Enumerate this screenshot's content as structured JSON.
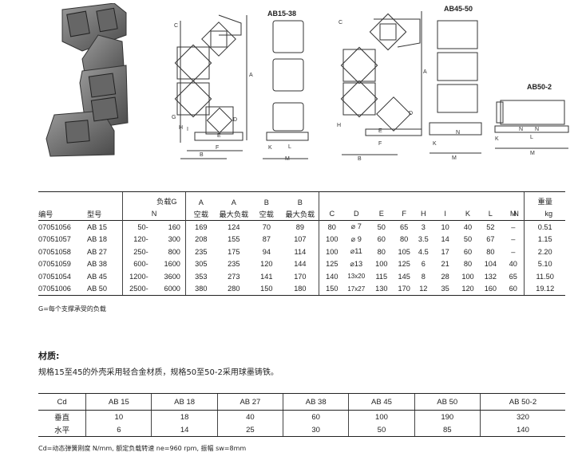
{
  "drawings": {
    "label_ab15": "AB15-38",
    "label_ab45": "AB45-50",
    "label_ab502": "AB50-2",
    "dim_letters": [
      "A",
      "B",
      "C",
      "D",
      "E",
      "F",
      "G",
      "H",
      "I",
      "K",
      "L",
      "M",
      "N"
    ]
  },
  "spec_table": {
    "header1": [
      "编号",
      "型号",
      "负载G",
      "A",
      "A",
      "B",
      "B",
      "",
      "",
      "",
      "",
      "",
      "",
      "",
      "",
      "",
      "重量"
    ],
    "header2": [
      "",
      "",
      "N",
      "空载",
      "最大负载",
      "空载",
      "最大负载",
      "C",
      "D",
      "E",
      "F",
      "H",
      "I",
      "K",
      "L",
      "M",
      "N",
      "kg"
    ],
    "rows": [
      [
        "07051056",
        "AB 15",
        "50-",
        "160",
        "169",
        "124",
        "70",
        "89",
        "80",
        "⌀ 7",
        "50",
        "65",
        "3",
        "10",
        "40",
        "52",
        "–",
        "0.51"
      ],
      [
        "07051057",
        "AB 18",
        "120-",
        "300",
        "208",
        "155",
        "87",
        "107",
        "100",
        "⌀ 9",
        "60",
        "80",
        "3.5",
        "14",
        "50",
        "67",
        "–",
        "1.15"
      ],
      [
        "07051058",
        "AB 27",
        "250-",
        "800",
        "235",
        "175",
        "94",
        "114",
        "100",
        "⌀11",
        "80",
        "105",
        "4.5",
        "17",
        "60",
        "80",
        "–",
        "2.20"
      ],
      [
        "07051059",
        "AB 38",
        "600-",
        "1600",
        "305",
        "235",
        "120",
        "144",
        "125",
        "⌀13",
        "100",
        "125",
        "6",
        "21",
        "80",
        "104",
        "40",
        "5.10"
      ],
      [
        "07051054",
        "AB 45",
        "1200-",
        "3600",
        "353",
        "273",
        "141",
        "170",
        "140",
        "13x20",
        "115",
        "145",
        "8",
        "28",
        "100",
        "132",
        "65",
        "11.50"
      ],
      [
        "07051006",
        "AB 50",
        "2500-",
        "6000",
        "380",
        "280",
        "150",
        "180",
        "150",
        "17x27",
        "130",
        "170",
        "12",
        "35",
        "120",
        "160",
        "60",
        "19.12"
      ]
    ]
  },
  "note_g": "G=每个支撑承受的负载",
  "material": {
    "title": "材质:",
    "text": "规格15至45的外壳采用轻合金材质，规格50至50-2采用球墨铸铁。"
  },
  "cd_table": {
    "header": [
      "Cd",
      "AB 15",
      "AB 18",
      "AB 27",
      "AB 38",
      "AB 45",
      "AB 50",
      "AB 50-2"
    ],
    "rows": [
      [
        "垂直",
        "10",
        "18",
        "40",
        "60",
        "100",
        "190",
        "320"
      ],
      [
        "水平",
        "6",
        "14",
        "25",
        "30",
        "50",
        "85",
        "140"
      ]
    ]
  },
  "note_cd": "Cd=动态弹簧刚度 N/mm, 额定负载转速  ne=960 rpm, 振幅 sw=8mm"
}
